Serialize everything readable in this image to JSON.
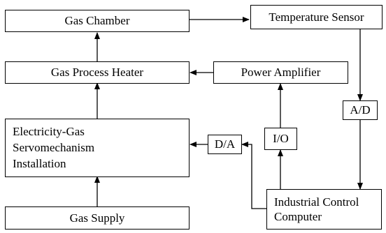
{
  "diagram": {
    "nodes": {
      "gas_chamber": "Gas Chamber",
      "temperature_sensor": "Temperature Sensor",
      "gas_process_heater": "Gas Process Heater",
      "power_amplifier": "Power Amplifier",
      "servomechanism": [
        "Electricity-Gas",
        "Servomechanism",
        "Installation"
      ],
      "da": "D/A",
      "io": "I/O",
      "ad": "A/D",
      "gas_supply": "Gas Supply",
      "industrial_control_computer": [
        "Industrial Control",
        "Computer"
      ]
    },
    "line_color": "#000000"
  }
}
